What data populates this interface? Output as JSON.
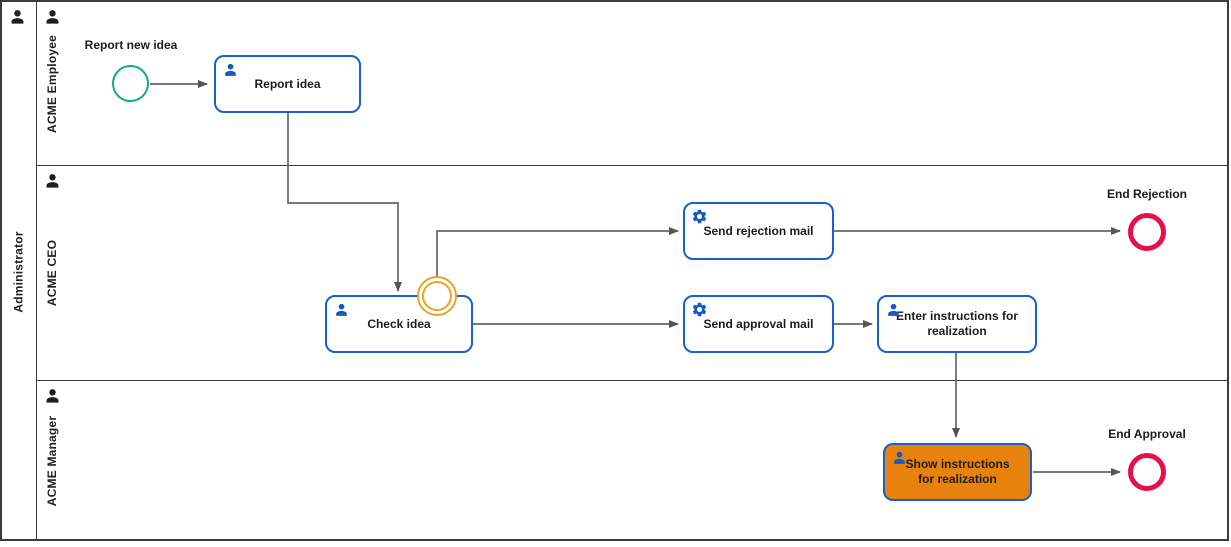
{
  "pool": {
    "label": "Administrator"
  },
  "lanes": [
    {
      "label": "ACME Employee"
    },
    {
      "label": "ACME CEO"
    },
    {
      "label": "ACME Manager"
    }
  ],
  "nodes": {
    "start_event": {
      "label": "Report new idea",
      "type": "start-event"
    },
    "report_idea": {
      "label": "Report idea",
      "type": "user-task"
    },
    "check_idea": {
      "label": "Check idea",
      "type": "user-task"
    },
    "boundary_event": {
      "type": "boundary-event"
    },
    "send_rejection_mail": {
      "label": "Send rejection mail",
      "type": "service-task"
    },
    "send_approval_mail": {
      "label": "Send approval mail",
      "type": "service-task"
    },
    "enter_instructions": {
      "label": "Enter instructions for realization",
      "type": "user-task"
    },
    "show_instructions": {
      "label": "Show instructions for realization",
      "type": "user-task",
      "highlighted": true
    },
    "end_rejection": {
      "label": "End Rejection",
      "type": "end-event"
    },
    "end_approval": {
      "label": "End Approval",
      "type": "end-event"
    }
  },
  "colors": {
    "task_border": "#1a5fcc",
    "icon_blue": "#1558c8",
    "start_event": "#10ad85",
    "boundary_event": "#eba226",
    "end_event": "#e5104c",
    "highlight_fill": "#e8820e",
    "flow_line": "#666666"
  }
}
